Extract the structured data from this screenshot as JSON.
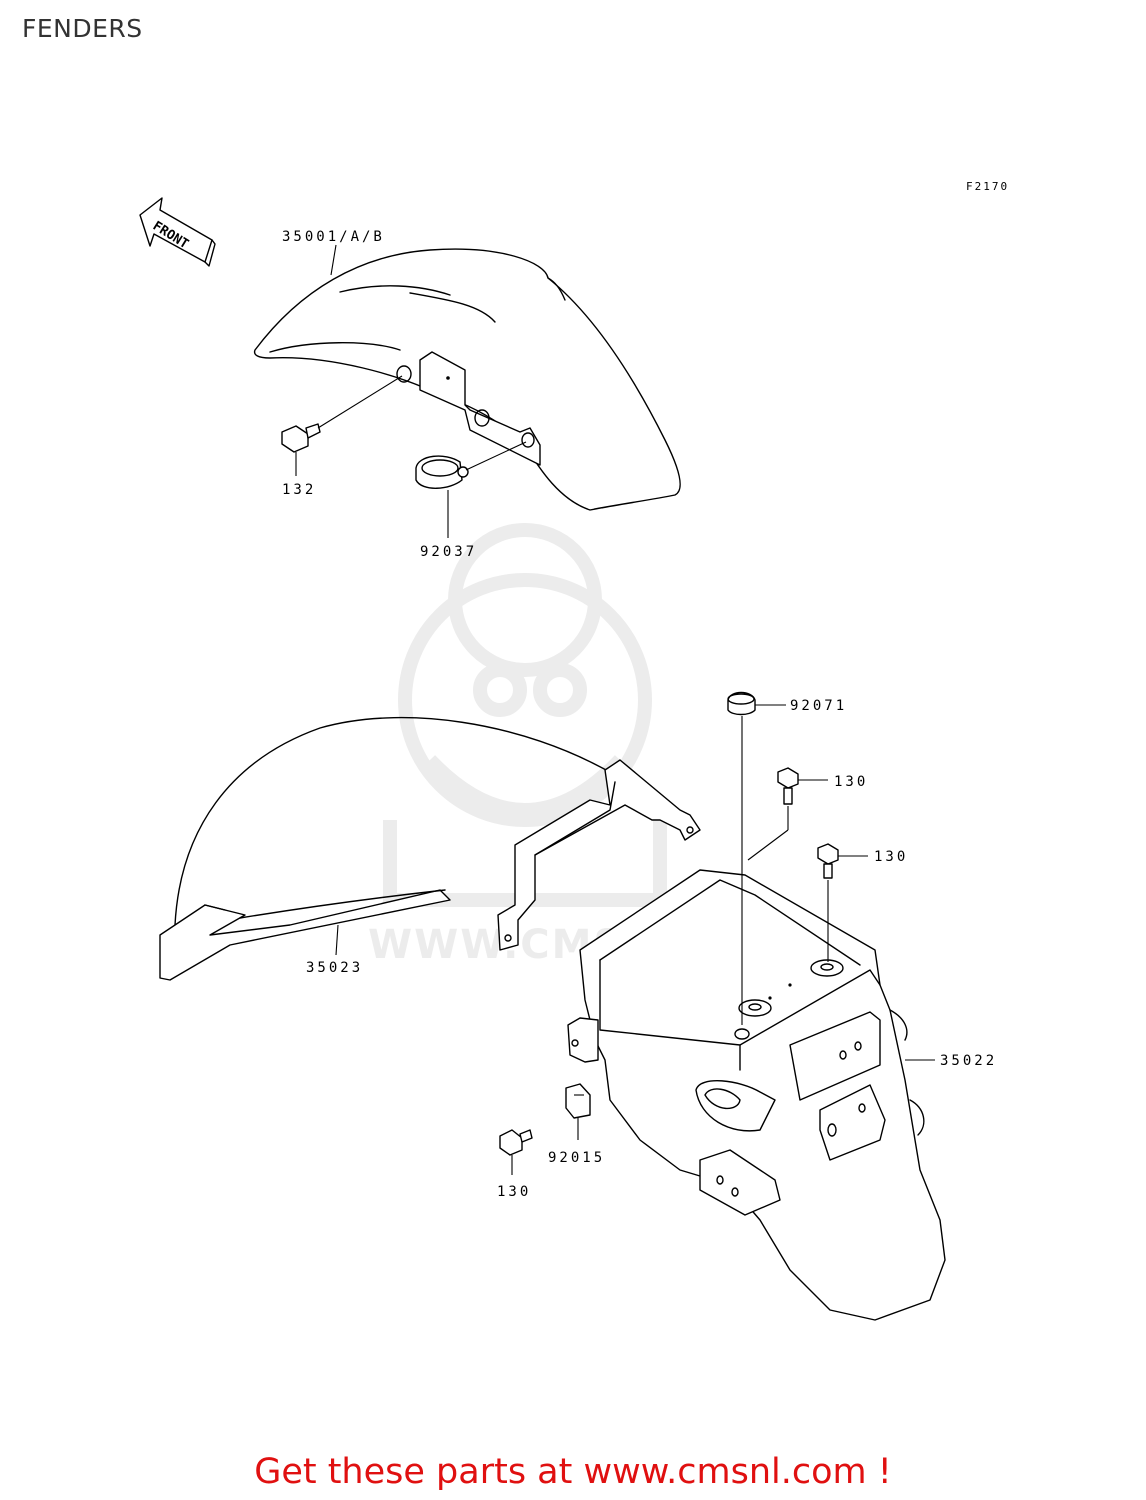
{
  "page": {
    "title": "FENDERS",
    "figure_code": "F2170",
    "front_marker": "FRONT",
    "watermark_text": "WWW.CMSNL.COM",
    "footer_text": "Get these parts at www.cmsnl.com !",
    "footer_color": "#e01010",
    "watermark_color": "#ececec"
  },
  "labels": {
    "front_fender": "35001/A/B",
    "bolt_front": "132",
    "front_clamp": "92037",
    "rear_fender_front": "35023",
    "cap": "92071",
    "bolt_top_1": "130",
    "bolt_top_2": "130",
    "rear_fender": "35022",
    "clip": "92015",
    "bolt_bottom": "130"
  }
}
